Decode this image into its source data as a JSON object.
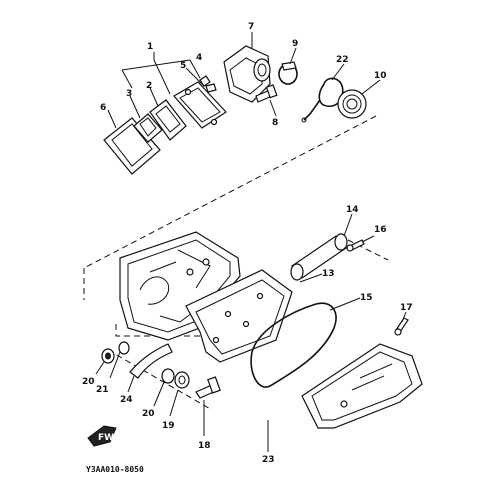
{
  "diagram": {
    "part_numbers": [
      "1",
      "2",
      "3",
      "4",
      "5",
      "6",
      "7",
      "8",
      "9",
      "22",
      "10",
      "14",
      "16",
      "13",
      "15",
      "17",
      "20",
      "21",
      "24",
      "20",
      "19",
      "18",
      "23"
    ],
    "code": "Y3AA010-8050"
  },
  "icons": {
    "front_arrow": "front-arrow-icon"
  }
}
